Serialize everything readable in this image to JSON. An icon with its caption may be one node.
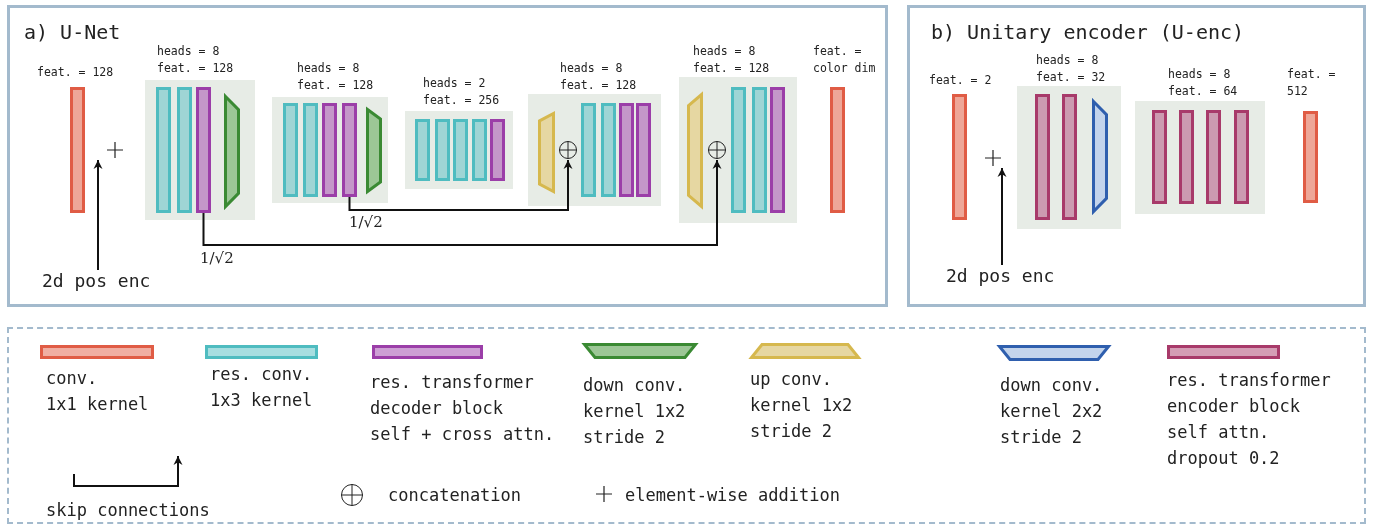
{
  "diagram": {
    "nodes": [
      {
        "text": [
          "a) U-Net"
        ]
      },
      {
        "text": [
          "feat. = 128"
        ],
        "in": 0
      },
      {
        "text": [],
        "shape": "plus",
        "in": 0
      },
      {
        "text": [
          "2d pos enc"
        ],
        "in": 0
      },
      {
        "text": [
          "heads = 8",
          "feat. = 128"
        ],
        "in": 0
      },
      {
        "text": [],
        "shape": "bar",
        "in": 4
      },
      {
        "text": [],
        "shape": "bar",
        "in": 4
      },
      {
        "text": [],
        "shape": "bar",
        "in": 4
      },
      {
        "text": [],
        "shape": "trapezoid",
        "in": 4
      },
      {
        "text": [
          "heads = 8",
          "feat. = 128"
        ],
        "in": 0
      },
      {
        "text": [],
        "shape": "bar",
        "in": 9
      },
      {
        "text": [],
        "shape": "bar",
        "in": 9
      },
      {
        "text": [],
        "shape": "bar",
        "in": 9
      },
      {
        "text": [],
        "shape": "bar",
        "in": 9
      },
      {
        "text": [],
        "shape": "trapezoid",
        "in": 9
      },
      {
        "text": [
          "heads = 2",
          "feat. = 256"
        ],
        "in": 0
      },
      {
        "text": [],
        "shape": "bar",
        "in": 15
      },
      {
        "text": [],
        "shape": "bar",
        "in": 15
      },
      {
        "text": [],
        "shape": "bar",
        "in": 15
      },
      {
        "text": [],
        "shape": "bar",
        "in": 15
      },
      {
        "text": [],
        "shape": "bar",
        "in": 15
      },
      {
        "text": [
          "heads = 8",
          "feat. = 128"
        ],
        "in": 0
      },
      {
        "text": [],
        "shape": "trapezoid",
        "in": 21
      },
      {
        "text": [],
        "shape": "circle",
        "in": 21
      },
      {
        "text": [],
        "shape": "bar",
        "in": 21
      },
      {
        "text": [],
        "shape": "bar",
        "in": 21
      },
      {
        "text": [],
        "shape": "bar",
        "in": 21
      },
      {
        "text": [],
        "shape": "bar",
        "in": 21
      },
      {
        "text": [
          "heads = 8",
          "feat. = 128"
        ],
        "in": 0
      },
      {
        "text": [],
        "shape": "trapezoid",
        "in": 28
      },
      {
        "text": [],
        "shape": "circle",
        "in": 28
      },
      {
        "text": [],
        "shape": "bar",
        "in": 28
      },
      {
        "text": [],
        "shape": "bar",
        "in": 28
      },
      {
        "text": [],
        "shape": "bar",
        "in": 28
      },
      {
        "text": [
          "feat. = color dim"
        ],
        "in": 0
      },
      {
        "text": [
          "b) Unitary encoder (U-enc)"
        ]
      },
      {
        "text": [
          "feat. = 2"
        ],
        "in": 35
      },
      {
        "text": [],
        "shape": "plus",
        "in": 35
      },
      {
        "text": [
          "2d pos enc"
        ],
        "in": 35
      },
      {
        "text": [
          "heads = 8",
          "feat. = 32"
        ],
        "in": 35
      },
      {
        "text": [],
        "shape": "bar",
        "in": 39
      },
      {
        "text": [],
        "shape": "bar",
        "in": 39
      },
      {
        "text": [],
        "shape": "trapezoid",
        "in": 39
      },
      {
        "text": [
          "heads = 8",
          "feat. = 64"
        ],
        "in": 35
      },
      {
        "text": [],
        "shape": "bar",
        "in": 43
      },
      {
        "text": [],
        "shape": "bar",
        "in": 43
      },
      {
        "text": [],
        "shape": "bar",
        "in": 43
      },
      {
        "text": [],
        "shape": "bar",
        "in": 43
      },
      {
        "text": [
          "feat. = 512"
        ],
        "in": 35
      }
    ],
    "edges": [
      {
        "from": 3,
        "to": 2,
        "arrow": "to"
      },
      {
        "from": 7,
        "to": 30,
        "arrow": "to",
        "label": "1/√2"
      },
      {
        "from": 13,
        "to": 23,
        "arrow": "to",
        "label": "1/√2"
      },
      {
        "from": 38,
        "to": 37,
        "arrow": "to"
      }
    ],
    "legend": [
      {
        "text": "conv. 1x1 kernel",
        "color": "#e05c45"
      },
      {
        "text": "res. conv. 1x3 kernel",
        "color": "#4fbcc0"
      },
      {
        "text": "res. transformer decoder block self + cross attn.",
        "color": "#9b3ea8"
      },
      {
        "text": "down conv. kernel 1x2 stride 2"
      },
      {
        "text": "up conv. kernel 1x2 stride 2"
      },
      {
        "text": "down conv. kernel 2x2 stride 2"
      },
      {
        "text": "res. transformer encoder block self attn. dropout 0.2",
        "color": "#a83a6a"
      },
      {
        "text": "skip connections"
      },
      {
        "text": "concatenation"
      },
      {
        "text": "element-wise addition"
      }
    ]
  }
}
